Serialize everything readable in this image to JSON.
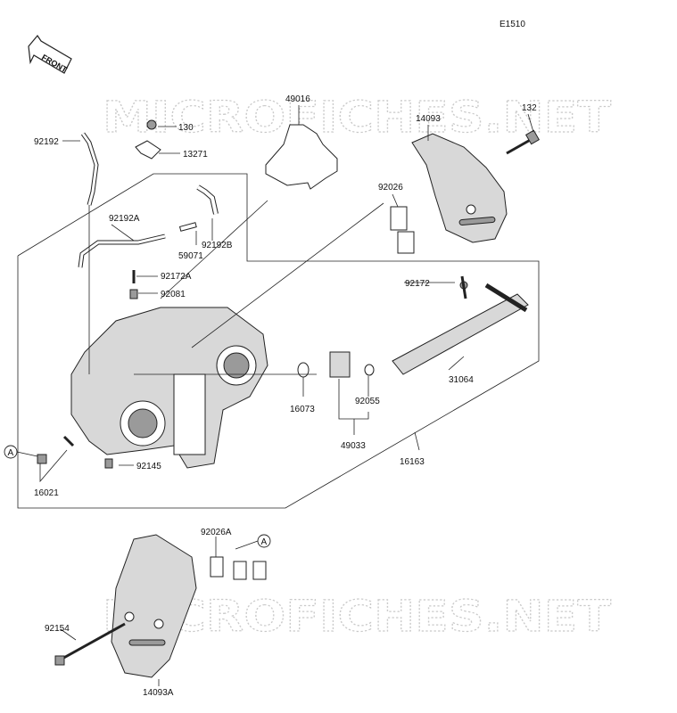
{
  "diagram_id": "E1510",
  "front_label": "FRONT",
  "watermark": "MICROFICHES.NET",
  "callout": "A",
  "parts": {
    "p130": "130",
    "p13271": "13271",
    "p92192": "92192",
    "p92192A": "92192A",
    "p92192B": "92192B",
    "p59071": "59071",
    "p92172A": "92172A",
    "p92081": "92081",
    "p49016": "49016",
    "p14093": "14093",
    "p132": "132",
    "p92026": "92026",
    "p92172": "92172",
    "p31064": "31064",
    "p16073": "16073",
    "p92055": "92055",
    "p49033": "49033",
    "p16163": "16163",
    "p92145": "92145",
    "p16021": "16021",
    "p92026A": "92026A",
    "p92154": "92154",
    "p14093A": "14093A"
  }
}
